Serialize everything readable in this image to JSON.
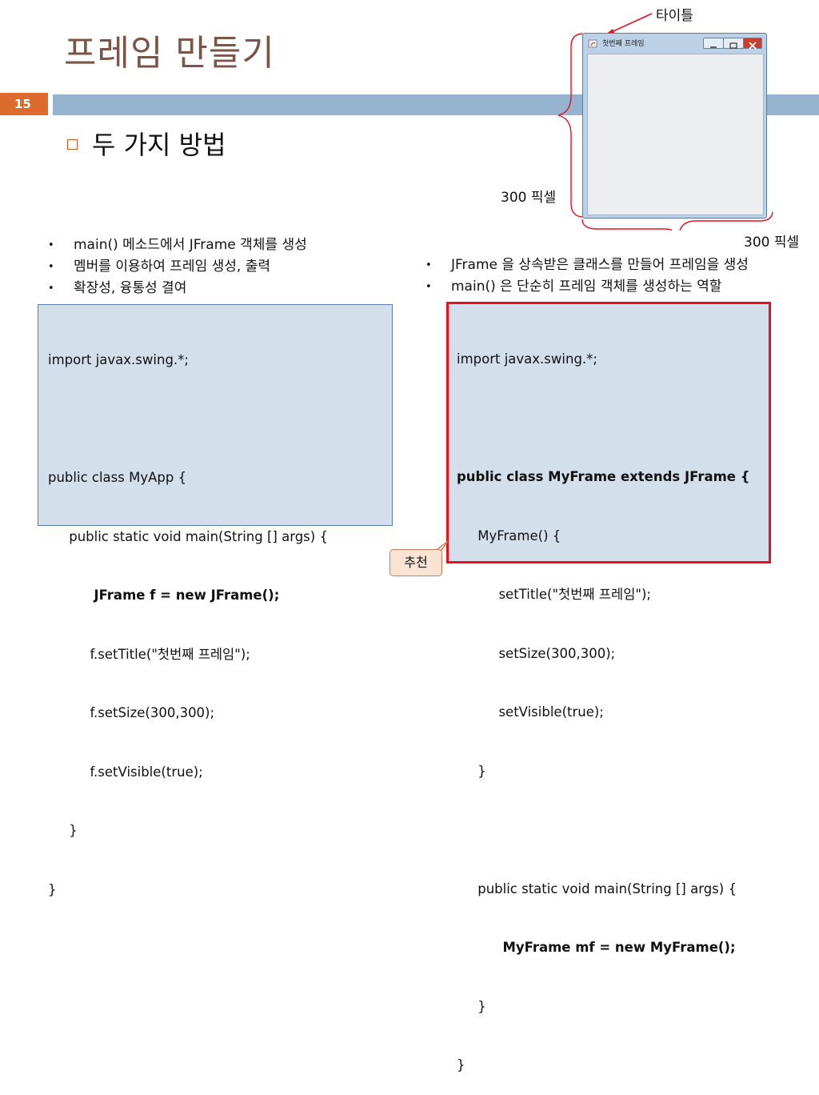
{
  "slide": {
    "title": "프레임 만들기",
    "page_number": "15",
    "heading": "두 가지 방법",
    "accent_color": "#dd6b2e",
    "bar_color": "#95b3cf"
  },
  "diagram": {
    "title_label": "타이틀",
    "height_label": "300 픽셀",
    "width_label": "300 픽셀",
    "window_title": "첫번째 프레임"
  },
  "left": {
    "bullets": [
      "main() 메소드에서 JFrame 객체를 생성",
      "멤버를 이용하여 프레임 생성, 출력",
      "확장성, 융통성 결여"
    ],
    "code": [
      "import javax.swing.*;",
      "",
      "public class MyApp {",
      "     public static void main(String [] args) {",
      "          JFrame f = new JFrame();",
      "          f.setTitle(\"첫번째 프레임\");",
      "          f.setSize(300,300);",
      "          f.setVisible(true);",
      "     }",
      "}"
    ]
  },
  "right": {
    "bullets": [
      "JFrame 을 상속받은 클래스를 만들어 프레임을 생성",
      "main() 은 단순히 프레임 객체를 생성하는 역할"
    ],
    "code": [
      "import javax.swing.*;",
      "",
      "public class MyFrame extends JFrame {",
      "     MyFrame() {",
      "          setTitle(\"첫번째 프레임\");",
      "          setSize(300,300);",
      "          setVisible(true);",
      "     }",
      "",
      "     public static void main(String [] args) {",
      "          MyFrame mf = new MyFrame();",
      "     }",
      "}"
    ],
    "badge": "추천",
    "highlight_color": "#e8101d"
  }
}
